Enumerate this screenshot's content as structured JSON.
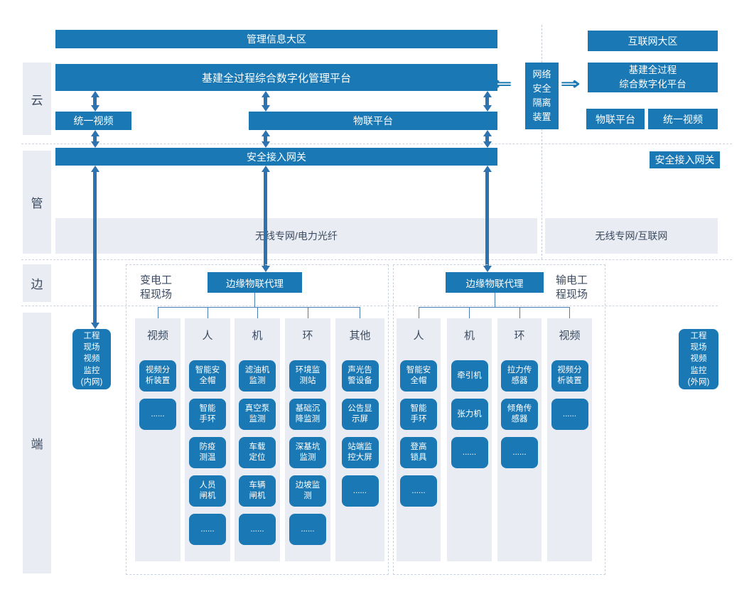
{
  "rails": {
    "cloud": "云",
    "pipe": "管",
    "edge": "边",
    "terminal": "端"
  },
  "top_left": {
    "mgmt_zone": "管理信息大区",
    "platform": "基建全过程综合数字化管理平台",
    "unified_video": "统一视频",
    "iot_platform": "物联平台",
    "gateway": "安全接入网关",
    "wireless": "无线专网/电力光纤"
  },
  "top_right": {
    "internet_zone": "互联网大区",
    "platform": "基建全过程\n综合数字化平台",
    "iot_platform": "物联平台",
    "unified_video": "统一视频",
    "gateway": "安全接入网关",
    "wireless": "无线专网/互联网",
    "isolation_device": "网络\n安全\n隔离\n装置",
    "arrow_left": "⇐",
    "arrow_right": "⇒"
  },
  "left_group": {
    "site_label": "变电工\n程现场",
    "agent": "边缘物联代理",
    "columns": [
      {
        "header": "视频",
        "devices": [
          "视频分\n析装置",
          "......"
        ]
      },
      {
        "header": "人",
        "devices": [
          "智能安\n全帽",
          "智能\n手环",
          "防疫\n测温",
          "人员\n闸机",
          "......"
        ]
      },
      {
        "header": "机",
        "devices": [
          "滤油机\n监测",
          "真空泵\n监测",
          "车载\n定位",
          "车辆\n闸机",
          "......"
        ]
      },
      {
        "header": "环",
        "devices": [
          "环境监\n测站",
          "基础沉\n降监测",
          "深基坑\n监测",
          "边坡监\n测",
          "......"
        ]
      },
      {
        "header": "其他",
        "devices": [
          "声光告\n警设备",
          "公告显\n示屏",
          "站端监\n控大屏",
          "......"
        ]
      }
    ]
  },
  "right_group": {
    "site_label": "输电工\n程现场",
    "agent": "边缘物联代理",
    "columns": [
      {
        "header": "人",
        "devices": [
          "智能安\n全帽",
          "智能\n手环",
          "登高\n锁具",
          "......"
        ]
      },
      {
        "header": "机",
        "devices": [
          "牵引机",
          "张力机",
          "......"
        ]
      },
      {
        "header": "环",
        "devices": [
          "拉力传\n感器",
          "倾角传\n感器",
          "......"
        ]
      },
      {
        "header": "视频",
        "devices": [
          "视频分\n析装置",
          "......"
        ]
      }
    ]
  },
  "monitors": {
    "intranet": "工程\n现场\n视频\n监控\n(内网)",
    "extranet": "工程\n现场\n视频\n监控\n(外网)"
  },
  "colors": {
    "primary_blue": "#1a78b5",
    "arrow_blue": "#2d73af",
    "light_band": "#e9edf3",
    "dark_text": "#3c4b61"
  }
}
